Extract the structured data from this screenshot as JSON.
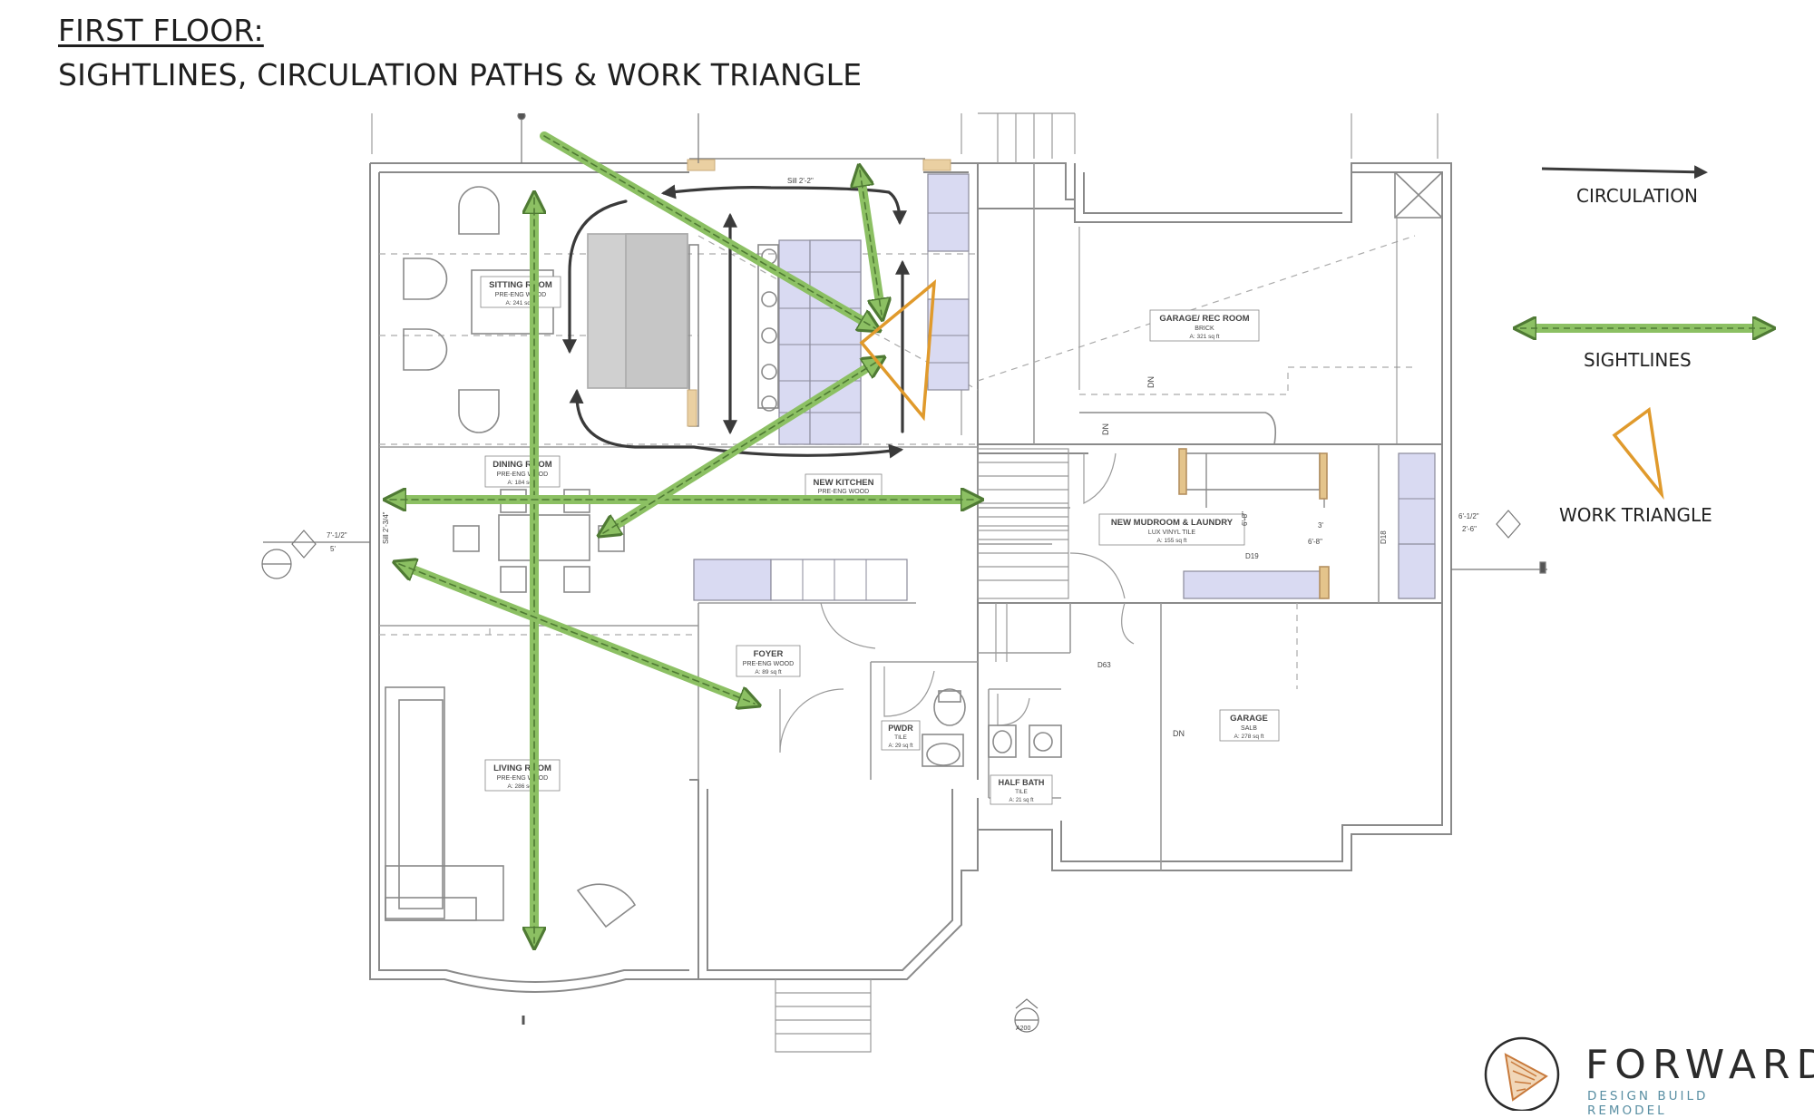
{
  "title": {
    "line1": "FIRST FLOOR:",
    "line2": "SIGHTLINES, CIRCULATION PATHS & WORK TRIANGLE"
  },
  "legend": {
    "circulation": "CIRCULATION",
    "sightlines": "SIGHTLINES",
    "work_triangle": "WORK TRIANGLE"
  },
  "colors": {
    "sightline": "#8cc063",
    "sightline_dash": "#4f7a34",
    "circulation": "#3a3a3a",
    "work_triangle": "#e09a2c",
    "cabinet": "#d9daf2",
    "wall": "#8a8a8a"
  },
  "rooms": {
    "sitting": {
      "name": "SITTING ROOM",
      "finish": "PRE-ENG WOOD",
      "area": "A: 241 sq ft"
    },
    "dining": {
      "name": "DINING ROOM",
      "finish": "PRE-ENG WOOD",
      "area": "A: 184 sq ft"
    },
    "kitchen": {
      "name": "NEW KITCHEN",
      "finish": "PRE-ENG WOOD"
    },
    "living": {
      "name": "LIVING ROOM",
      "finish": "PRE-ENG WOOD",
      "area": "A: 286 sq ft"
    },
    "foyer": {
      "name": "FOYER",
      "finish": "PRE-ENG WOOD",
      "area": "A: 89 sq ft"
    },
    "pwdr": {
      "name": "PWDR",
      "finish": "TILE",
      "area": "A: 29 sq ft"
    },
    "halfbath": {
      "name": "HALF BATH",
      "finish": "TILE",
      "area": "A: 21 sq ft"
    },
    "garage_rec": {
      "name": "GARAGE/ REC ROOM",
      "finish": "BRICK",
      "area": "A: 321 sq ft"
    },
    "mudroom": {
      "name": "NEW MUDROOM & LAUNDRY",
      "finish": "LUX VINYL TILE",
      "area": "A: 155 sq ft"
    },
    "garage": {
      "name": "GARAGE",
      "finish": "SALB",
      "area": "A: 278 sq ft"
    }
  },
  "dims": {
    "sill_top": "Sill 2'-2\"",
    "dim_left_a": "7'-1/2\"",
    "dim_left_b": "5'",
    "sill_left": "Sill 2'-3/4\"",
    "dim_right_a": "6'-1/2\"",
    "dim_right_b": "2'-6\"",
    "mud_a": "6'-8\"",
    "mud_b": "3'",
    "mud_c": "6'-8\"",
    "dn1": "DN",
    "dn2": "DN",
    "dn3": "DN",
    "door_d19": "D19",
    "door_d18": "D18",
    "door_d63": "D63",
    "section_ref": "A200"
  },
  "logo": {
    "word": "FORWARD",
    "tagline": "DESIGN BUILD REMODEL"
  }
}
